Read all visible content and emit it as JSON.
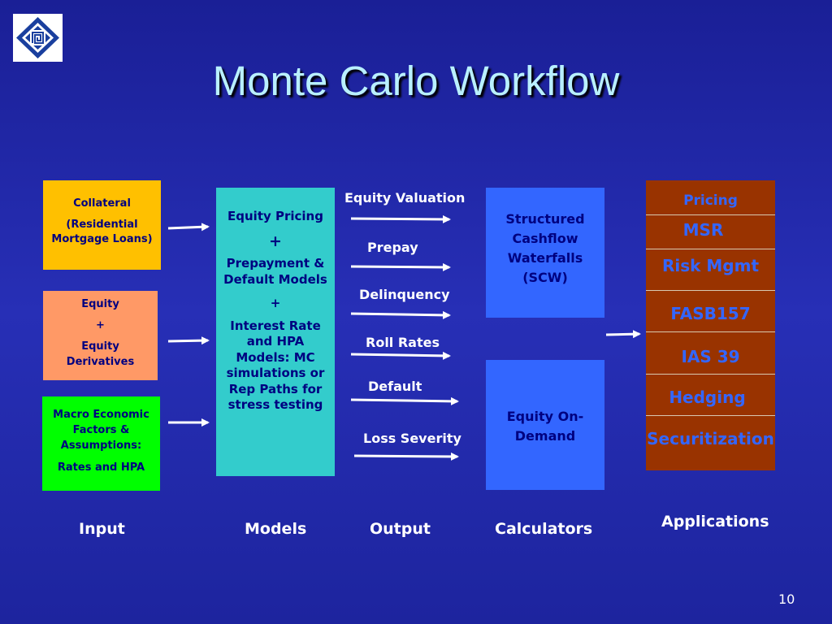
{
  "title": "Monte Carlo Workflow",
  "inputs": {
    "collateral": [
      "Collateral",
      "(Residential Mortgage Loans)"
    ],
    "equity": [
      "Equity",
      "+",
      "Equity Derivatives"
    ],
    "macro": [
      "Macro Economic Factors & Assumptions:",
      "Rates and HPA"
    ]
  },
  "models": [
    "Equity Pricing",
    "+",
    "Prepayment & Default Models",
    "+",
    "Interest Rate and HPA Models: MC simulations or Rep Paths for stress testing"
  ],
  "outputs": [
    "Equity Valuation",
    "Prepay",
    "Delinquency",
    "Roll Rates",
    "Default",
    "Loss Severity"
  ],
  "calculators": {
    "scw": "Structured Cashflow Waterfalls (SCW)",
    "equity_on_demand": "Equity On-Demand"
  },
  "applications": [
    "Pricing",
    "MSR",
    "Risk Mgmt",
    "FASB157",
    "IAS 39",
    "Hedging",
    "Securitization"
  ],
  "column_labels": {
    "input": "Input",
    "models": "Models",
    "output": "Output",
    "calculators": "Calculators",
    "applications": "Applications"
  },
  "page_number": "10",
  "colors": {
    "background": "#2129aa",
    "title": "#b9f0ff",
    "collateral": "#ffc000",
    "equity": "#ff9966",
    "macro": "#00ff00",
    "models": "#33cccc",
    "calculators": "#3366ff",
    "applications": "#993300",
    "box_text": "#000080",
    "app_text": "#3366ff"
  }
}
